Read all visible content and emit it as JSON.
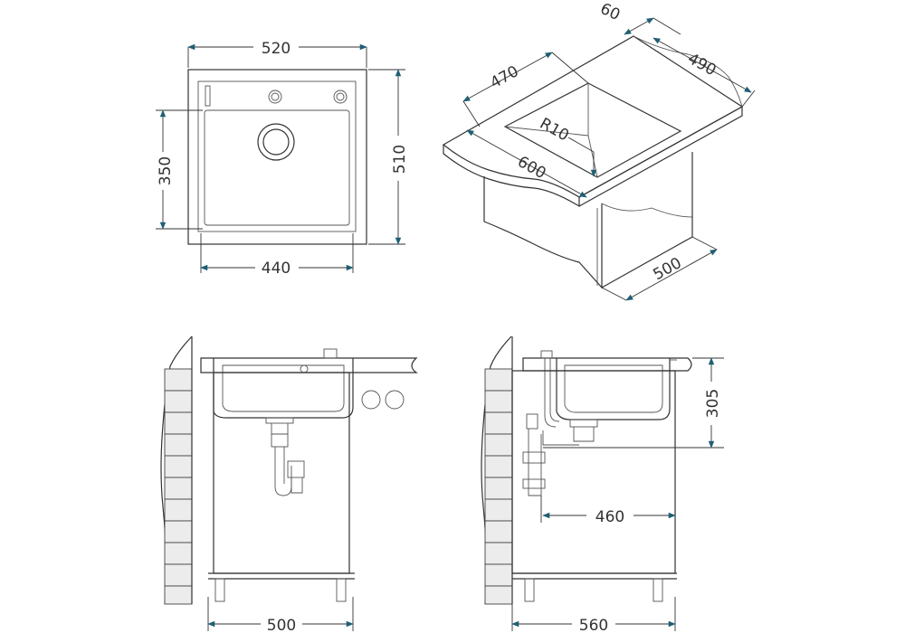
{
  "dimensions": {
    "top_width": "520",
    "top_inner_width": "440",
    "top_height": "510",
    "top_inner_height": "350",
    "cutout_470": "470",
    "cutout_490": "490",
    "offset_60": "60",
    "radius": "R10",
    "worktop_600": "600",
    "cabinet_500_iso": "500",
    "front_cabinet_width": "500",
    "side_depth": "560",
    "side_trap_offset": "460",
    "side_height": "305"
  },
  "colors": {
    "arrow": "#1f5f74",
    "line": "#333333"
  }
}
